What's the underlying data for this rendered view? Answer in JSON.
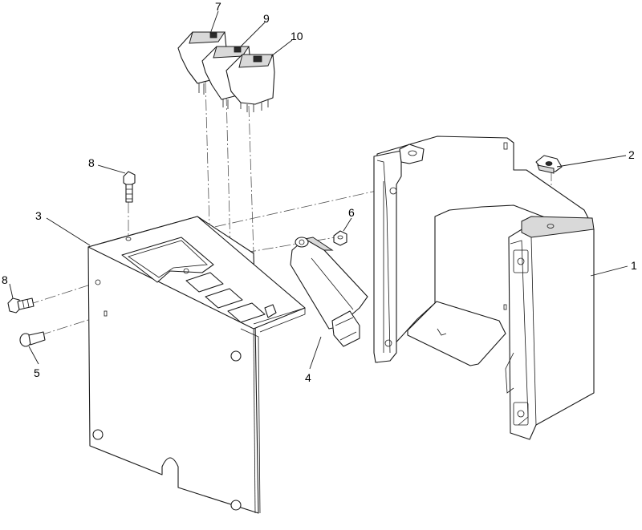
{
  "diagram": {
    "callouts": [
      {
        "id": "c1",
        "text": "1"
      },
      {
        "id": "c2",
        "text": "2"
      },
      {
        "id": "c3",
        "text": "3"
      },
      {
        "id": "c4",
        "text": "4"
      },
      {
        "id": "c5",
        "text": "5"
      },
      {
        "id": "c6",
        "text": "6"
      },
      {
        "id": "c7",
        "text": "7"
      },
      {
        "id": "c8a",
        "text": "8"
      },
      {
        "id": "c8b",
        "text": "8"
      },
      {
        "id": "c9",
        "text": "9"
      },
      {
        "id": "c10",
        "text": "10"
      }
    ]
  }
}
